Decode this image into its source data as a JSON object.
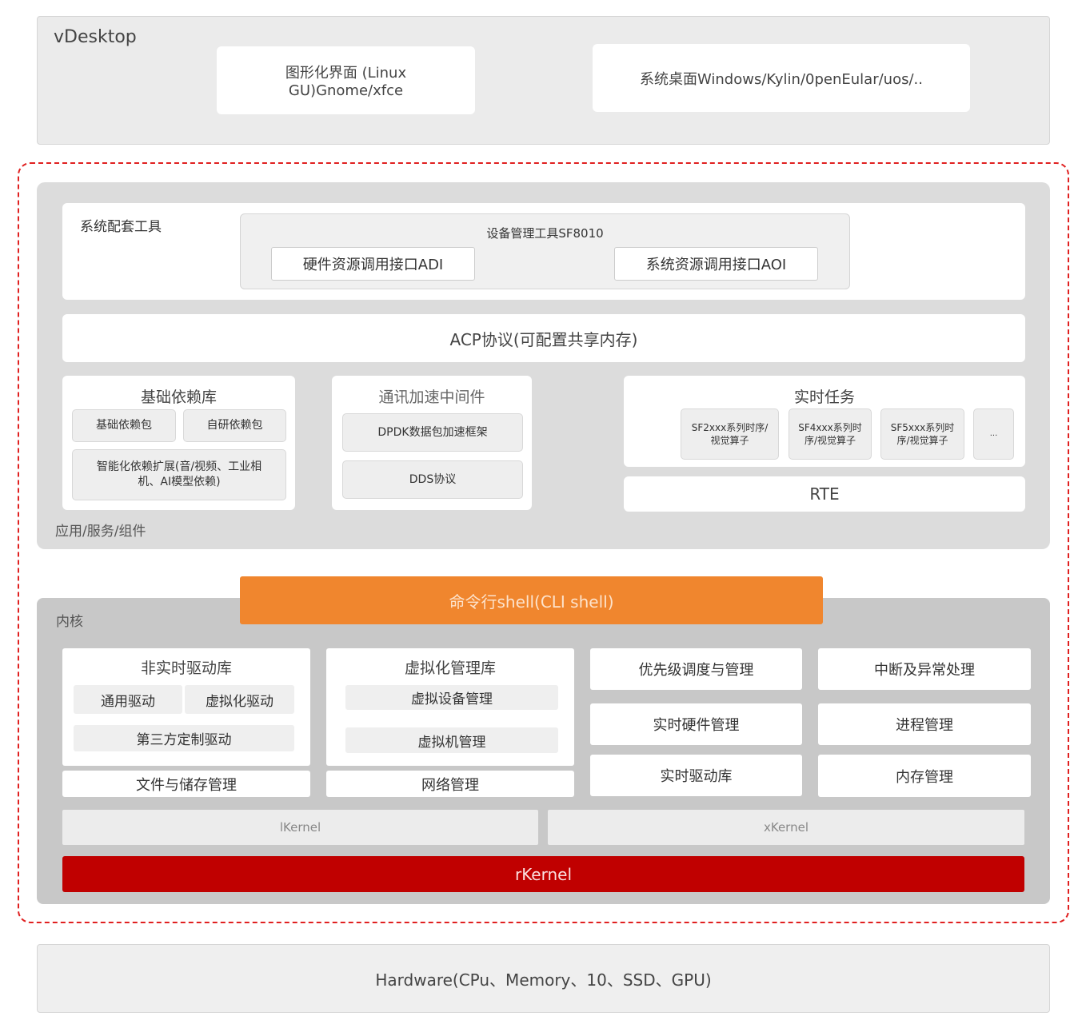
{
  "desktop": {
    "label": "vDesktop",
    "gui": "图形化界面 (Linux GU)Gnome/xfce",
    "system": "系统桌面Windows/Kylin/0penEular/uos/.."
  },
  "app": {
    "label": "应用/服务/组件",
    "tools": {
      "label": "系统配套工具",
      "device_tool": "设备管理工具SF8010",
      "hw_api": "硬件资源调用接口ADI",
      "sys_api": "系统资源调用接口AOI"
    },
    "acp": "ACP协议(可配置共享内存)",
    "base": {
      "title": "基础依赖库",
      "items": [
        "基础依赖包",
        "自研依赖包",
        "智能化依赖扩展(音/视频、工业相机、AI模型依赖)"
      ]
    },
    "comm": {
      "title": "通讯加速中间件",
      "items": [
        "DPDK数据包加速框架",
        "DDS协议"
      ]
    },
    "rt": {
      "title": "实时任务",
      "items": [
        "SF2xxx系列时序/视觉算子",
        "SF4xxx系列时序/视觉算子",
        "SF5xxx系列时序/视觉算子",
        "..."
      ]
    },
    "rte": "RTE"
  },
  "shell": "命令行shell(CLI shell)",
  "kernel": {
    "label": "内核",
    "nonrt": {
      "title": "非实时驱动库",
      "items": [
        "通用驱动",
        "虚拟化驱动",
        "第三方定制驱动"
      ]
    },
    "file": "文件与储存管理",
    "virt": {
      "title": "虚拟化管理库",
      "items": [
        "虚拟设备管理",
        "虚拟机管理"
      ]
    },
    "net": "网络管理",
    "right": [
      "优先级调度与管理",
      "中断及异常处理",
      "实时硬件管理",
      "进程管理",
      "实时驱动库",
      "内存管理"
    ],
    "lkernel": "lKernel",
    "xkernel": "xKernel",
    "rkernel": "rKernel"
  },
  "hardware": "Hardware(CPu、Memory、10、SSD、GPU)",
  "colors": {
    "dashed": "#e02020",
    "shell": "#f0862e",
    "rkernel": "#c00000"
  }
}
